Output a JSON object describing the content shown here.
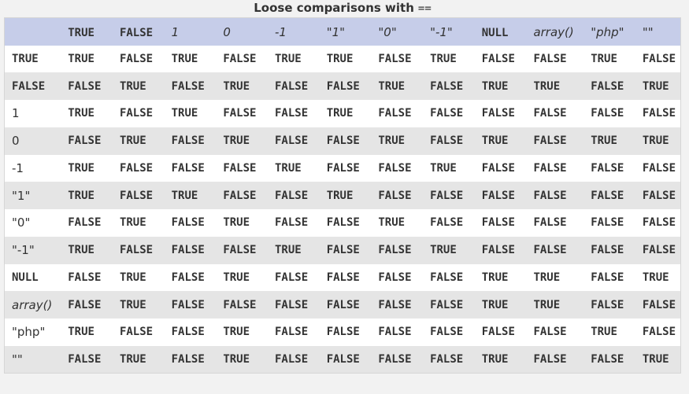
{
  "caption": {
    "title": "Loose comparisons with",
    "operator": "=="
  },
  "columns": [
    {
      "label": "TRUE",
      "style": "kw"
    },
    {
      "label": "FALSE",
      "style": "kw"
    },
    {
      "label": "1",
      "style": "lit"
    },
    {
      "label": "0",
      "style": "lit"
    },
    {
      "label": "-1",
      "style": "lit"
    },
    {
      "label": "\"1\"",
      "style": "lit"
    },
    {
      "label": "\"0\"",
      "style": "lit"
    },
    {
      "label": "\"-1\"",
      "style": "lit"
    },
    {
      "label": "NULL",
      "style": "kw"
    },
    {
      "label": "array()",
      "style": "lit"
    },
    {
      "label": "\"php\"",
      "style": "lit"
    },
    {
      "label": "\"\"",
      "style": "lit"
    }
  ],
  "rows": [
    {
      "label": "TRUE",
      "style": "kw",
      "cells": [
        "TRUE",
        "FALSE",
        "TRUE",
        "FALSE",
        "TRUE",
        "TRUE",
        "FALSE",
        "TRUE",
        "FALSE",
        "FALSE",
        "TRUE",
        "FALSE"
      ]
    },
    {
      "label": "FALSE",
      "style": "kw",
      "cells": [
        "FALSE",
        "TRUE",
        "FALSE",
        "TRUE",
        "FALSE",
        "FALSE",
        "TRUE",
        "FALSE",
        "TRUE",
        "TRUE",
        "FALSE",
        "TRUE"
      ]
    },
    {
      "label": "1",
      "style": "plain",
      "cells": [
        "TRUE",
        "FALSE",
        "TRUE",
        "FALSE",
        "FALSE",
        "TRUE",
        "FALSE",
        "FALSE",
        "FALSE",
        "FALSE",
        "FALSE",
        "FALSE"
      ]
    },
    {
      "label": "0",
      "style": "plain",
      "cells": [
        "FALSE",
        "TRUE",
        "FALSE",
        "TRUE",
        "FALSE",
        "FALSE",
        "TRUE",
        "FALSE",
        "TRUE",
        "FALSE",
        "TRUE",
        "TRUE"
      ]
    },
    {
      "label": "-1",
      "style": "plain",
      "cells": [
        "TRUE",
        "FALSE",
        "FALSE",
        "FALSE",
        "TRUE",
        "FALSE",
        "FALSE",
        "TRUE",
        "FALSE",
        "FALSE",
        "FALSE",
        "FALSE"
      ]
    },
    {
      "label": "\"1\"",
      "style": "plain",
      "cells": [
        "TRUE",
        "FALSE",
        "TRUE",
        "FALSE",
        "FALSE",
        "TRUE",
        "FALSE",
        "FALSE",
        "FALSE",
        "FALSE",
        "FALSE",
        "FALSE"
      ]
    },
    {
      "label": "\"0\"",
      "style": "plain",
      "cells": [
        "FALSE",
        "TRUE",
        "FALSE",
        "TRUE",
        "FALSE",
        "FALSE",
        "TRUE",
        "FALSE",
        "FALSE",
        "FALSE",
        "FALSE",
        "FALSE"
      ]
    },
    {
      "label": "\"-1\"",
      "style": "plain",
      "cells": [
        "TRUE",
        "FALSE",
        "FALSE",
        "FALSE",
        "TRUE",
        "FALSE",
        "FALSE",
        "TRUE",
        "FALSE",
        "FALSE",
        "FALSE",
        "FALSE"
      ]
    },
    {
      "label": "NULL",
      "style": "kw",
      "cells": [
        "FALSE",
        "TRUE",
        "FALSE",
        "TRUE",
        "FALSE",
        "FALSE",
        "FALSE",
        "FALSE",
        "TRUE",
        "TRUE",
        "FALSE",
        "TRUE"
      ]
    },
    {
      "label": "array()",
      "style": "italic",
      "cells": [
        "FALSE",
        "TRUE",
        "FALSE",
        "FALSE",
        "FALSE",
        "FALSE",
        "FALSE",
        "FALSE",
        "TRUE",
        "TRUE",
        "FALSE",
        "FALSE"
      ]
    },
    {
      "label": "\"php\"",
      "style": "plain",
      "cells": [
        "TRUE",
        "FALSE",
        "FALSE",
        "TRUE",
        "FALSE",
        "FALSE",
        "FALSE",
        "FALSE",
        "FALSE",
        "FALSE",
        "TRUE",
        "FALSE"
      ]
    },
    {
      "label": "\"\"",
      "style": "plain",
      "cells": [
        "FALSE",
        "TRUE",
        "FALSE",
        "TRUE",
        "FALSE",
        "FALSE",
        "FALSE",
        "FALSE",
        "TRUE",
        "FALSE",
        "FALSE",
        "TRUE"
      ]
    }
  ],
  "colors": {
    "header_bg": "#c6cde9",
    "row_odd_bg": "#ffffff",
    "row_even_bg": "#e5e5e5",
    "page_bg": "#f2f2f2",
    "text": "#333333"
  }
}
